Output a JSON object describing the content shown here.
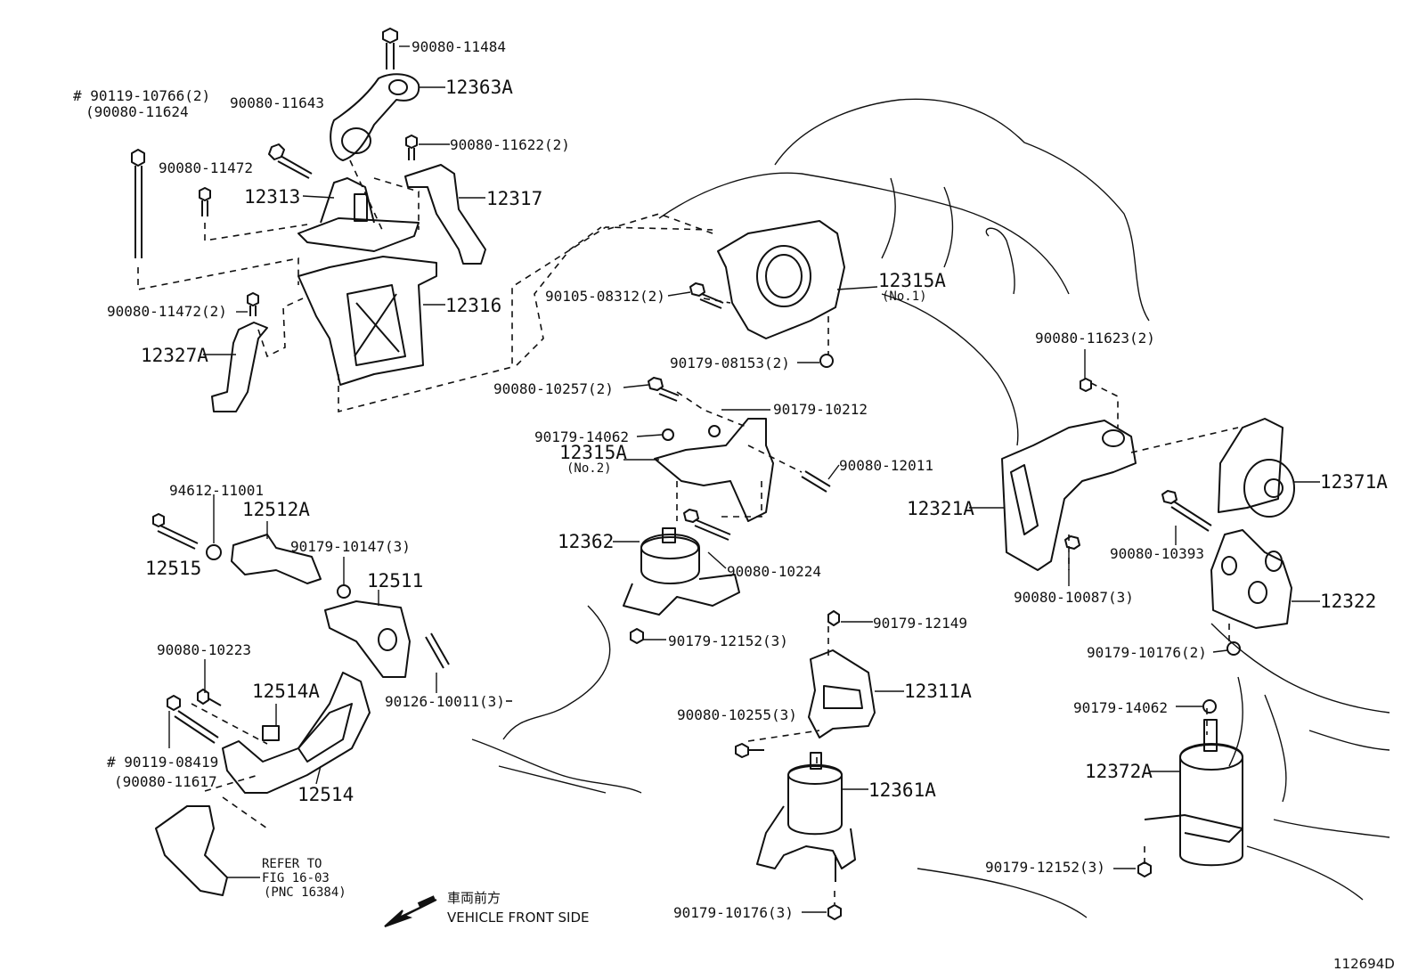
{
  "diagram_id": "112694D",
  "direction_note": {
    "jp": "車両前方",
    "en": "VEHICLE FRONT SIDE"
  },
  "refer_note": {
    "line1": "REFER TO",
    "line2": "FIG 16-03",
    "line3": "(PNC 16384)"
  },
  "labels": {
    "p90080_11484": "90080-11484",
    "p12363A": "12363A",
    "p90119_10766": "# 90119-10766(2)",
    "p90080_11624": "(90080-11624",
    "p90080_11643": "90080-11643",
    "p90080_11622": "90080-11622(2)",
    "p90080_11472": "90080-11472",
    "p12313": "12313",
    "p12317": "12317",
    "p90080_11472_2": "90080-11472(2)",
    "p12316": "12316",
    "p12327A": "12327A",
    "p12315A_1": "12315A",
    "p12315A_1_sub": "(No.1)",
    "p90105_08312": "90105-08312(2)",
    "p90179_08153": "90179-08153(2)",
    "p90080_11623": "90080-11623(2)",
    "p90080_10257": "90080-10257(2)",
    "p90179_10212": "90179-10212",
    "p90179_14062_a": "90179-14062",
    "p12315A_2": "12315A",
    "p12315A_2_sub": "(No.2)",
    "p90080_12011": "90080-12011",
    "p12321A": "12321A",
    "p12371A": "12371A",
    "p94612_11001": "94612-11001",
    "p12512A": "12512A",
    "p12515": "12515",
    "p90179_10147": "90179-10147(3)",
    "p12511": "12511",
    "p12362": "12362",
    "p90080_10224": "90080-10224",
    "p90080_10393": "90080-10393",
    "p90080_10087": "90080-10087(3)",
    "p12322": "12322",
    "p90179_12149": "90179-12149",
    "p90179_12152_a": "90179-12152(3)",
    "p90179_10176_a": "90179-10176(2)",
    "p90080_10223": "90080-10223",
    "p12514A": "12514A",
    "p90126_10011": "90126-10011(3)",
    "p12311A": "12311A",
    "p90179_14062_b": "90179-14062",
    "p90080_10255": "90080-10255(3)",
    "p90119_08419": "# 90119-08419",
    "p90080_11617": "(90080-11617",
    "p12514": "12514",
    "p12361A": "12361A",
    "p12372A": "12372A",
    "p90179_12152_b": "90179-12152(3)",
    "p90179_10176_b": "90179-10176(3)"
  }
}
